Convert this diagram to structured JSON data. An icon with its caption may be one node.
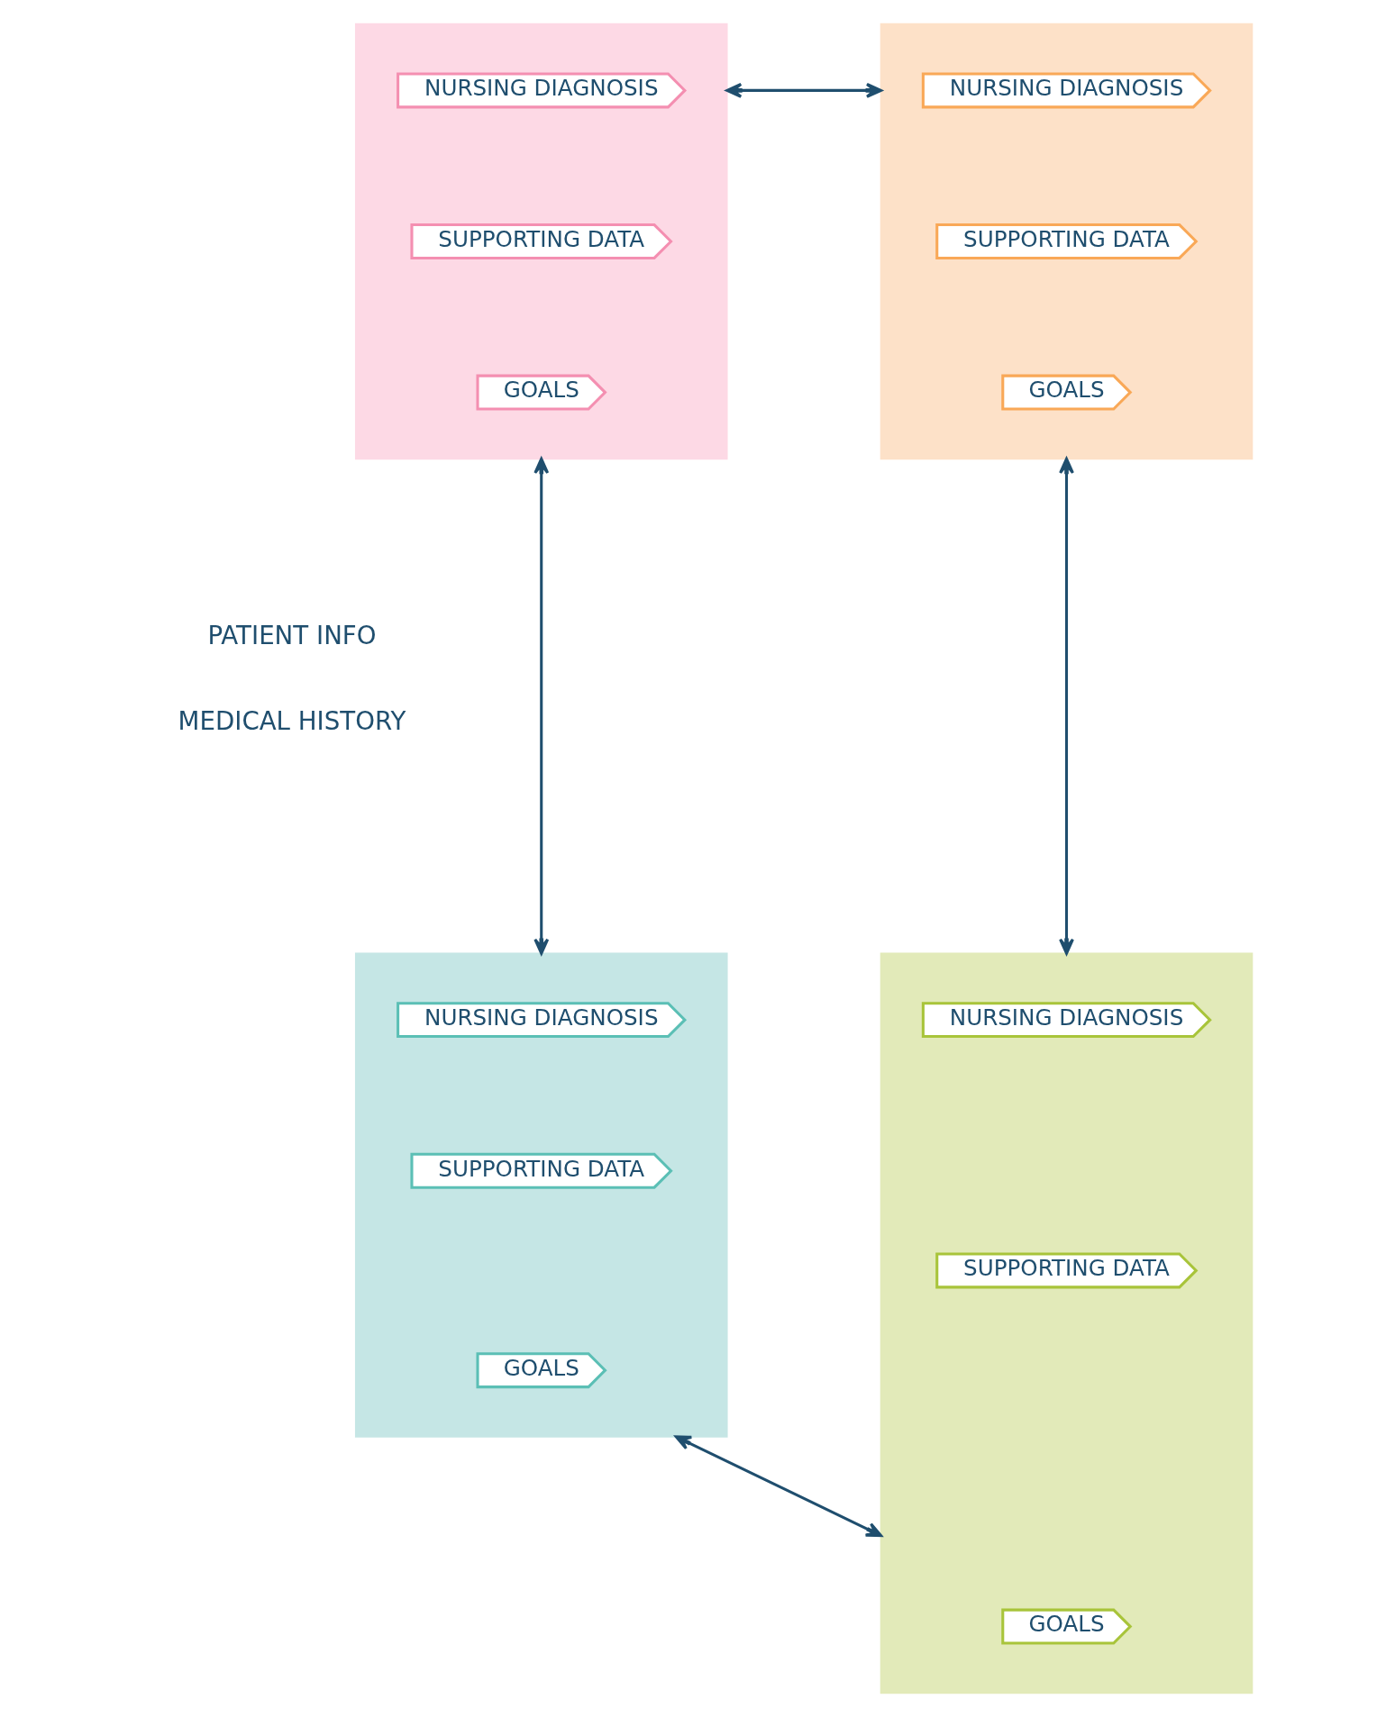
{
  "diagram": {
    "nodes": [
      {
        "text": [],
        "shape": "box"
      },
      {
        "text": [
          "NURSING DIAGNOSIS"
        ],
        "in": 0
      },
      {
        "text": [
          "SUPPORTING DATA"
        ],
        "in": 0
      },
      {
        "text": [
          "GOALS"
        ],
        "in": 0
      },
      {
        "text": [],
        "shape": "box"
      },
      {
        "text": [
          "NURSING DIAGNOSIS"
        ],
        "in": 4
      },
      {
        "text": [
          "SUPPORTING DATA"
        ],
        "in": 4
      },
      {
        "text": [
          "GOALS"
        ],
        "in": 4
      },
      {
        "text": [
          "PATIENT INFO",
          "MEDICAL HISTORY"
        ]
      },
      {
        "text": [],
        "shape": "box"
      },
      {
        "text": [
          "NURSING DIAGNOSIS"
        ],
        "in": 9
      },
      {
        "text": [
          "SUPPORTING DATA"
        ],
        "in": 9
      },
      {
        "text": [
          "GOALS"
        ],
        "in": 9
      },
      {
        "text": [],
        "shape": "box"
      },
      {
        "text": [
          "NURSING DIAGNOSIS"
        ],
        "in": 13
      },
      {
        "text": [
          "SUPPORTING DATA"
        ],
        "in": 13
      },
      {
        "text": [
          "GOALS"
        ],
        "in": 13
      }
    ],
    "edges": [
      {
        "from": 0,
        "to": 4,
        "arrow": "both"
      },
      {
        "from": 0,
        "to": 9,
        "arrow": "both"
      },
      {
        "from": 4,
        "to": 13,
        "arrow": "both"
      },
      {
        "from": 9,
        "to": 13,
        "arrow": "both"
      }
    ]
  }
}
